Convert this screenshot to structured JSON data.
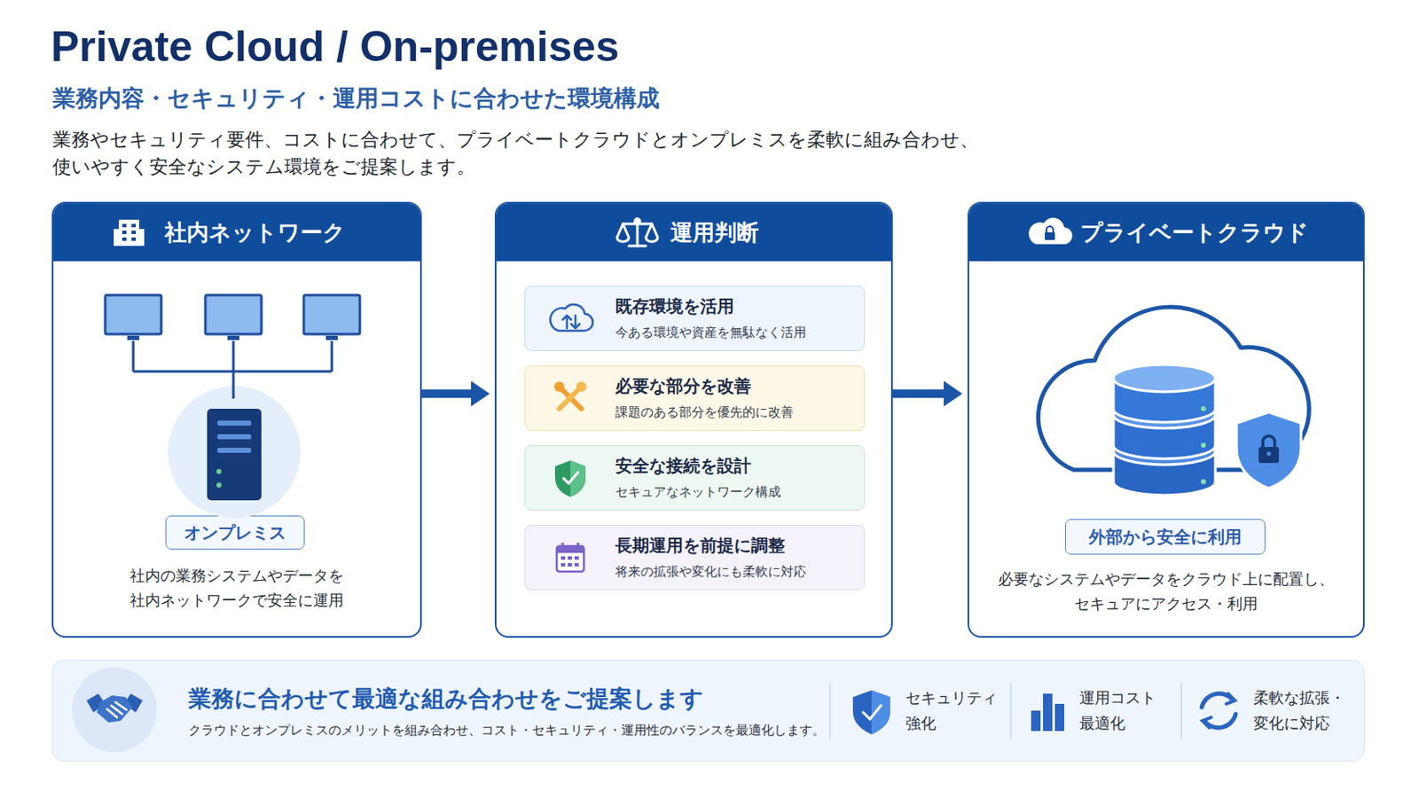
{
  "diagram": {
    "title": "Private Cloud / On-premises",
    "nodes": [
      {
        "text": [
          "社内ネットワーク",
          "社内の業務システムやデータを 社内ネットワークで安全に運用"
        ]
      },
      {
        "text": [
          "オンプレミス"
        ],
        "in": 0
      },
      {
        "text": [
          "運用判断"
        ]
      },
      {
        "text": [
          "既存環境を活用",
          "今ある環境や資産を無駄なく活用"
        ],
        "in": 2
      },
      {
        "text": [
          "必要な部分を改善",
          "課題のある部分を優先的に改善"
        ],
        "in": 2
      },
      {
        "text": [
          "安全な接続を設計",
          "セキュアなネットワーク構成"
        ],
        "in": 2
      },
      {
        "text": [
          "長期運用を前提に調整",
          "将来の拡張や変化にも柔軟に対応"
        ],
        "in": 2
      },
      {
        "text": [
          "プライベートクラウド",
          "必要なシステムやデータをクラウド上に配置し、 セキュアにアクセス・利用"
        ]
      },
      {
        "text": [
          "外部から安全に利用"
        ],
        "in": 7
      },
      {
        "text": [
          "業務に合わせて最適な組み合わせをご提案します",
          "クラウドとオンプレミスのメリットを組み合わせ、コスト・セキュリティ・運用性のバランスを最適化します。"
        ]
      }
    ],
    "edges": [
      {
        "from": 0,
        "to": 2,
        "arrow": "to"
      },
      {
        "from": 2,
        "to": 7,
        "arrow": "to"
      }
    ],
    "labels": [
      "業務内容・セキュリティ・運用コストに合わせた環境構成",
      "業務やセキュリティ要件、コストに合わせて、プライベートクラウドとオンプレミスを柔軟に組み合わせ、 使いやすく安全なシステム環境をご提案します。",
      "セキュリティ 強化",
      "運用コスト 最適化",
      "柔軟な拡張・ 変化に対応"
    ]
  }
}
